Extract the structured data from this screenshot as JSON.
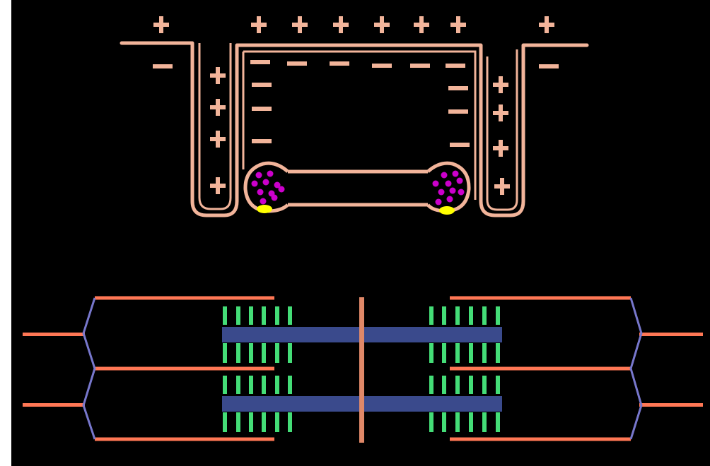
{
  "colors": {
    "background": "#000000",
    "membrane": "#f2b49a",
    "vesicle_ions": "#cc00cc",
    "vesicle_marker": "#ffff00",
    "actin": "#ff7755",
    "z_disc": "#7777cc",
    "myosin_shaft": "#3a4a8c",
    "myosin_heads": "#44dd77",
    "m_line": "#e08868"
  },
  "signs": {
    "plus": "+",
    "minus": "−"
  },
  "membrane_diagram": {
    "description_icon": "t-tubule-icon",
    "outer_plus_count": 8,
    "outer_minus_count": 2,
    "inner_minus_count": 12,
    "tubule_plus_count": 8
  },
  "sarcomere_diagram": {
    "rows": 2,
    "myosin_heads_per_side": 6
  }
}
